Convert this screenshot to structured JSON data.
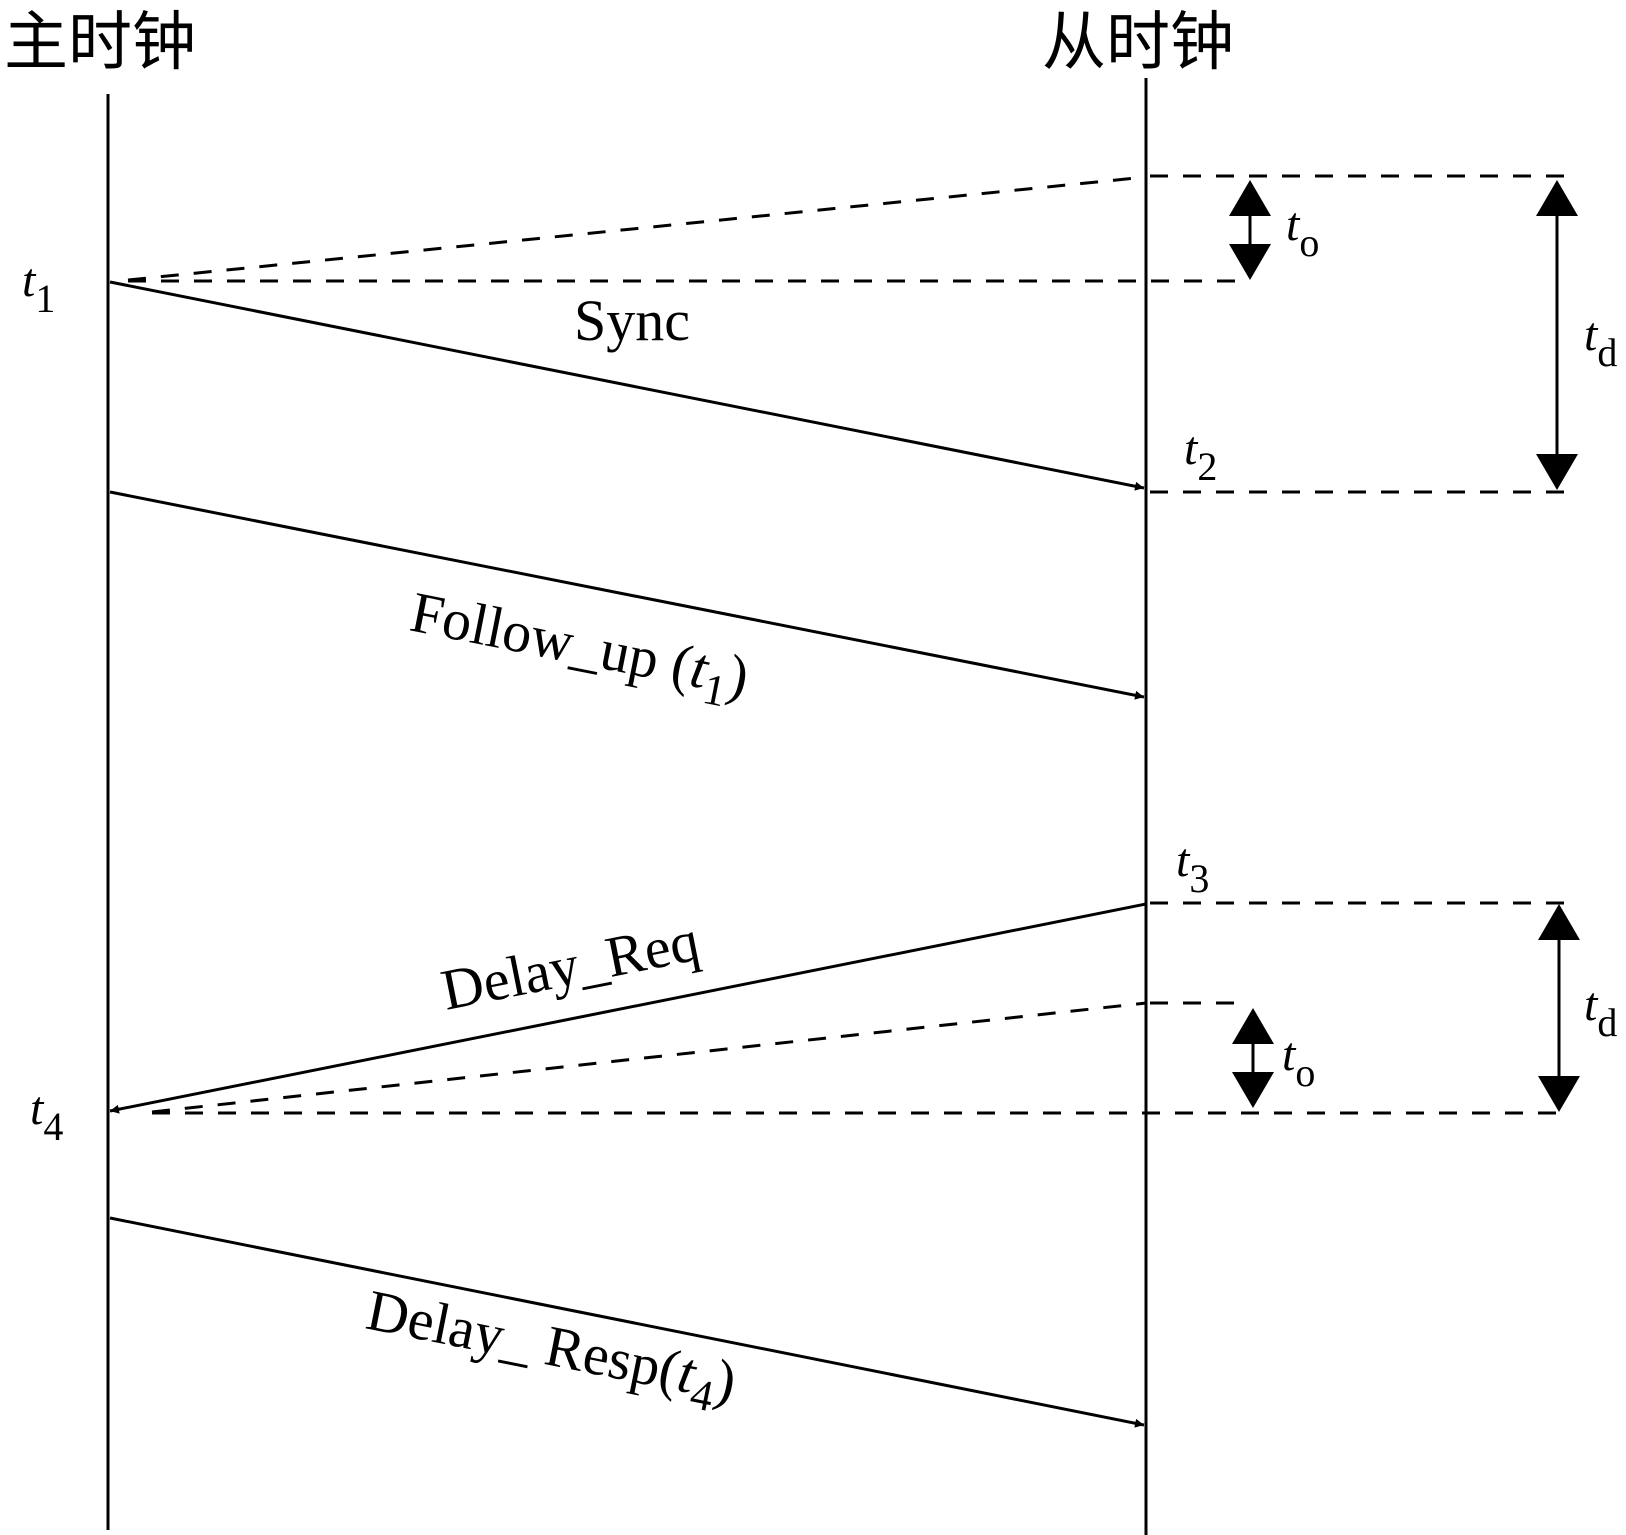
{
  "colors": {
    "stroke": "#000000",
    "background": "#ffffff"
  },
  "lifelines": {
    "master": {
      "label": "主时钟"
    },
    "slave": {
      "label": "从时钟"
    }
  },
  "timestamps": {
    "t1": {
      "base": "t",
      "sub": "1"
    },
    "t2": {
      "base": "t",
      "sub": "2"
    },
    "t3": {
      "base": "t",
      "sub": "3"
    },
    "t4": {
      "base": "t",
      "sub": "4"
    }
  },
  "messages": [
    {
      "id": "sync",
      "label": "Sync",
      "direction": "master-to-slave"
    },
    {
      "id": "follow_up",
      "label": "Follow_up (",
      "arg": {
        "base": "t",
        "sub": "1"
      },
      "close": ")",
      "direction": "master-to-slave"
    },
    {
      "id": "delay_req",
      "label": "Delay_Req",
      "direction": "slave-to-master"
    },
    {
      "id": "delay_resp",
      "label": "Delay_ Resp(",
      "arg": {
        "base": "t",
        "sub": "4"
      },
      "close": ")",
      "direction": "master-to-slave"
    }
  ],
  "intervals": {
    "offset_top": {
      "base": "t",
      "sub": "o",
      "meaning": "offset"
    },
    "delay_top": {
      "base": "t",
      "sub": "d",
      "meaning": "delay"
    },
    "offset_bottom": {
      "base": "t",
      "sub": "o",
      "meaning": "offset"
    },
    "delay_bottom": {
      "base": "t",
      "sub": "d",
      "meaning": "delay"
    }
  }
}
